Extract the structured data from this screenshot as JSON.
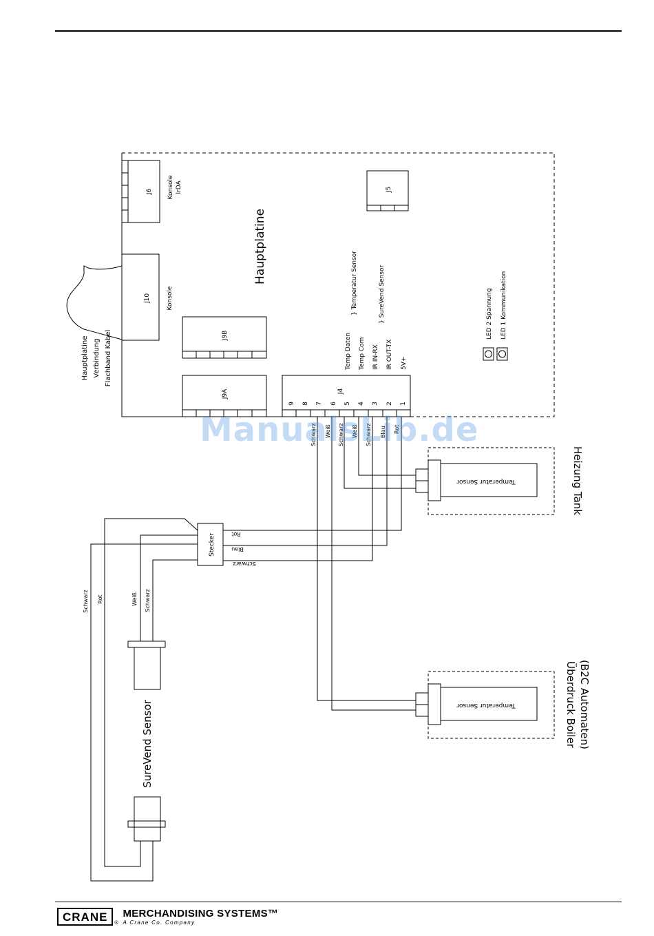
{
  "board": {
    "title": "Hauptplatine",
    "j6": "J6",
    "j6_label1": "Konsole",
    "j6_label2": "IrDA",
    "j5": "J5",
    "j10": "J10",
    "j10_label": "Konsole",
    "j9a": "J9A",
    "j9b": "J9B",
    "j4": "J4",
    "cable_l1": "Hauptplatine",
    "cable_l2": "Verbindung",
    "cable_l3": "Flachband Kabel",
    "led2": "LED 2 Spannung",
    "led1": "LED 1 Kommunikation"
  },
  "j4_pins": [
    {
      "num": "9",
      "label": ""
    },
    {
      "num": "8",
      "label": ""
    },
    {
      "num": "7",
      "label": ""
    },
    {
      "num": "6",
      "label": ""
    },
    {
      "num": "5",
      "label": "Temp Daten"
    },
    {
      "num": "4",
      "label": "Temp Com"
    },
    {
      "num": "3",
      "label": "IR IN-RX"
    },
    {
      "num": "2",
      "label": "IR OUT-TX"
    },
    {
      "num": "1",
      "label": "5V+"
    }
  ],
  "group_labels": {
    "temp": "} Temperatur Sensor",
    "surevend": "} SureVend Sensor"
  },
  "wire_labels": {
    "w7": "Schwarz",
    "w6": "Weiß",
    "w5": "Schwarz",
    "w4": "Weiß",
    "w3": "Schwarz",
    "w2": "Blau",
    "w1": "Rot"
  },
  "stecker": {
    "label": "Stecker",
    "rot": "Rot",
    "blau": "Blau",
    "schwarz": "Schwarz",
    "left_schwarz": "Schwarz",
    "left_rot": "Rot",
    "left_weiss": "Weiß",
    "left_schwarz2": "Schwarz"
  },
  "heizung": {
    "title": "Heizung Tank",
    "sensor": "Temperatur Sensor"
  },
  "boiler": {
    "title1": "Überdruck Boiler",
    "title2": "(B2C Automaten)",
    "sensor": "Temperatur Sensor"
  },
  "surevend": {
    "title": "SureVend Sensor"
  },
  "footer": {
    "brand": "CRANE",
    "reg": "®",
    "company": "MERCHANDISING SYSTEMS™",
    "tagline": "A Crane Co. Company"
  },
  "watermark": "ManualsLib.de"
}
